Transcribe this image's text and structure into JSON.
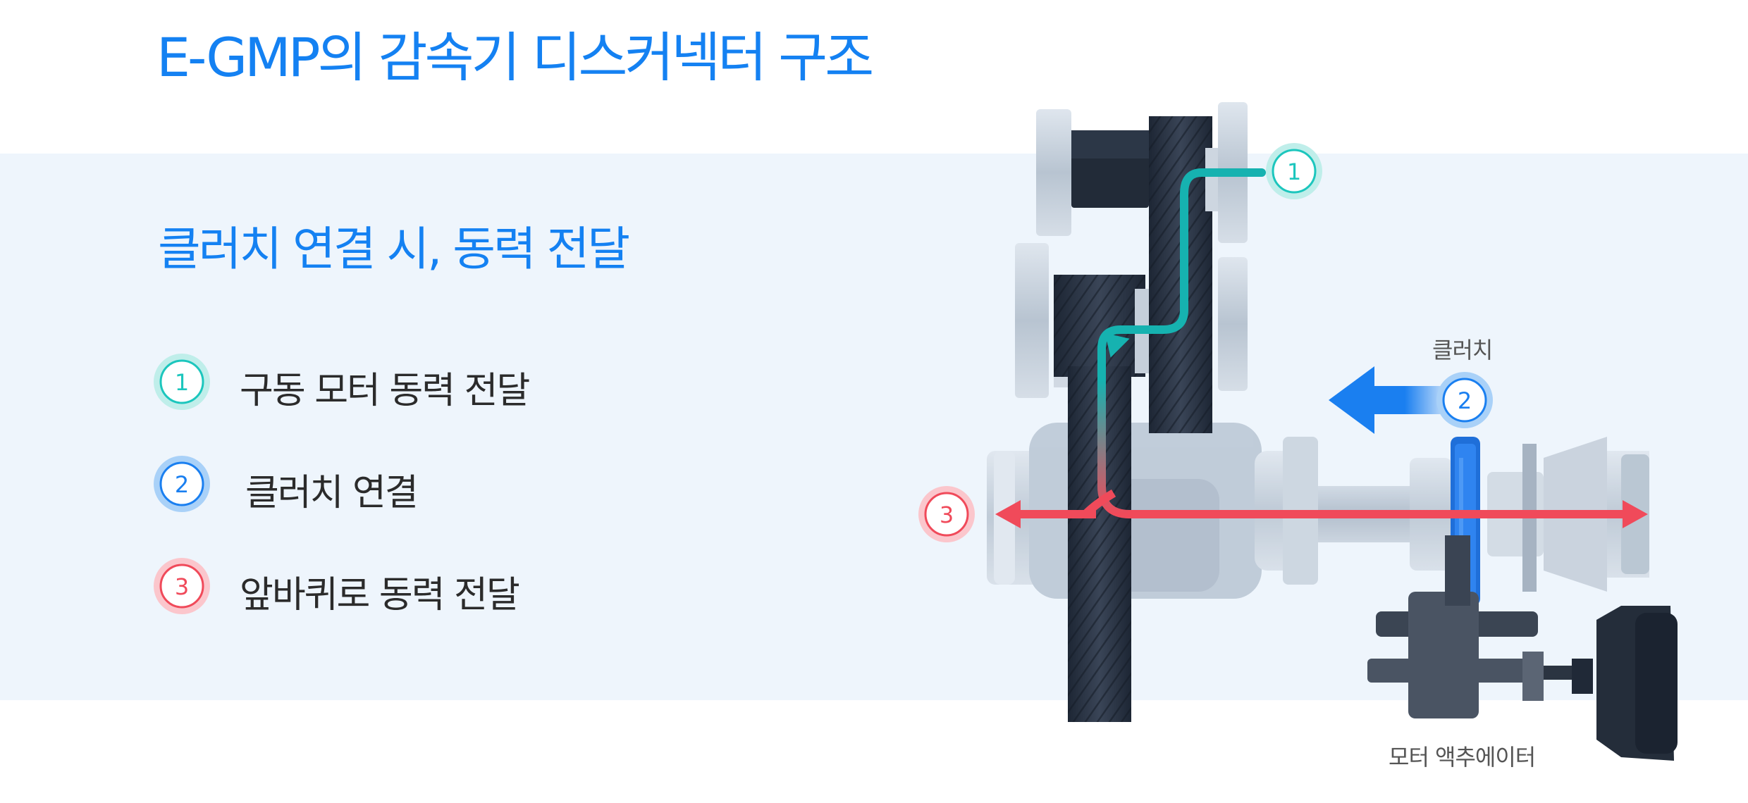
{
  "title": "E-GMP의 감속기 디스커넥터 구조",
  "subtitle": "클러치 연결 시, 동력 전달",
  "legend": [
    {
      "number": "1",
      "label": "구동 모터 동력 전달",
      "color": "#1cc6bd"
    },
    {
      "number": "2",
      "label": "클러치 연결",
      "color": "#1a7ff0"
    },
    {
      "number": "3",
      "label": "앞바퀴로 동력 전달",
      "color": "#f04a5a"
    }
  ],
  "diagram": {
    "clutch_label": "클러치",
    "actuator_label": "모터 액추에이터",
    "markers": {
      "m1": "1",
      "m2": "2",
      "m3": "3"
    }
  },
  "colors": {
    "brand_blue": "#1481f2",
    "band_background": "#eef5fc",
    "teal": "#1cc6bd",
    "blue": "#1a7ff0",
    "red": "#f04a5a",
    "gear_dark": "#26303f"
  }
}
